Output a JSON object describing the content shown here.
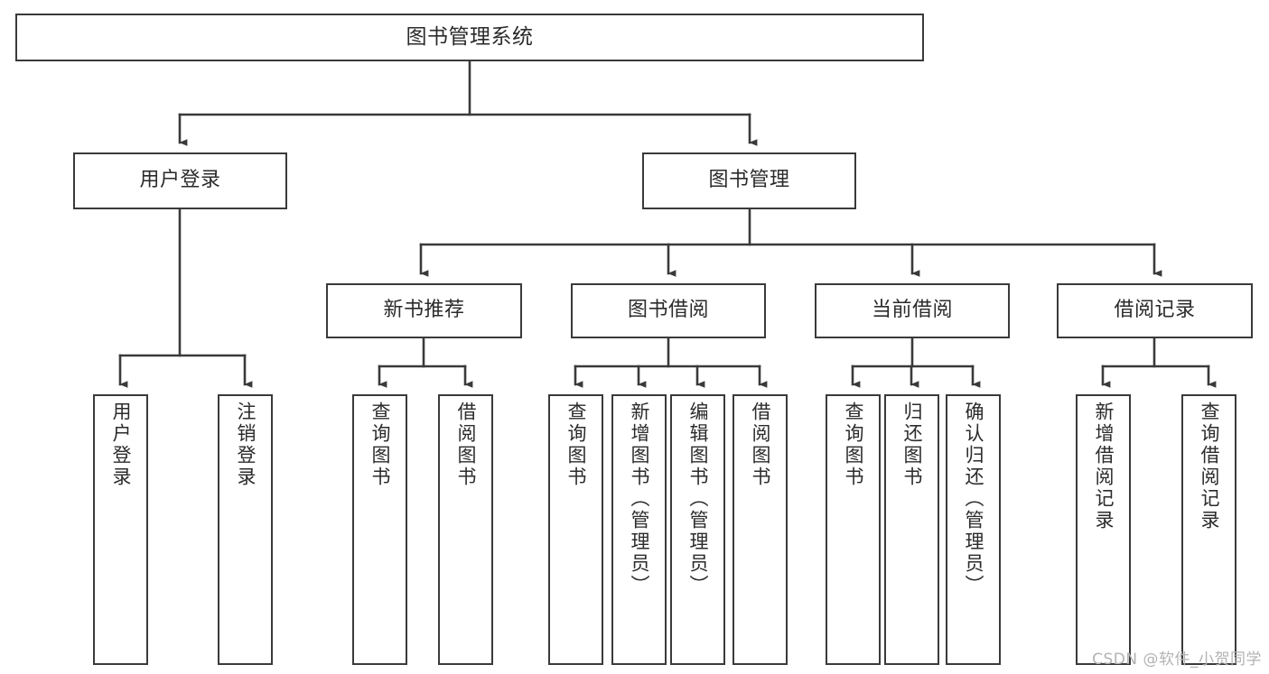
{
  "diagram": {
    "title": "图书管理系统",
    "type": "tree-hierarchy-chart",
    "watermark": "CSDN @软件_小贺同学",
    "colors": {
      "box_border": "#3a3a3a",
      "box_fill": "#ffffff",
      "connector": "#3a3a3a",
      "text": "#2b2b2b",
      "watermark": "#b3b3b3",
      "background": "#ffffff"
    },
    "root": {
      "id": "root",
      "label": "图书管理系统"
    },
    "level2": [
      {
        "id": "user-login",
        "label": "用户登录"
      },
      {
        "id": "book-manage",
        "label": "图书管理"
      }
    ],
    "level3": [
      {
        "id": "new-book-recommend",
        "label": "新书推荐"
      },
      {
        "id": "book-borrow",
        "label": "图书借阅"
      },
      {
        "id": "current-borrow",
        "label": "当前借阅"
      },
      {
        "id": "borrow-record",
        "label": "借阅记录"
      }
    ],
    "leaves": {
      "user_login": [
        {
          "id": "leaf-user-login",
          "label": "用户登录"
        },
        {
          "id": "leaf-user-logout",
          "label": "注销登录"
        }
      ],
      "new_book_recommend": [
        {
          "id": "leaf-query-book-1",
          "label": "查询图书"
        },
        {
          "id": "leaf-borrow-book-1",
          "label": "借阅图书"
        }
      ],
      "book_borrow": [
        {
          "id": "leaf-query-book-2",
          "label": "查询图书"
        },
        {
          "id": "leaf-add-book",
          "label": "新增图书（管理员）"
        },
        {
          "id": "leaf-edit-book",
          "label": "编辑图书（管理员）"
        },
        {
          "id": "leaf-borrow-book-2",
          "label": "借阅图书"
        }
      ],
      "current_borrow": [
        {
          "id": "leaf-query-book-3",
          "label": "查询图书"
        },
        {
          "id": "leaf-return-book",
          "label": "归还图书"
        },
        {
          "id": "leaf-confirm-return",
          "label": "确认归还（管理员）"
        }
      ],
      "borrow_record": [
        {
          "id": "leaf-add-record",
          "label": "新增借阅记录"
        },
        {
          "id": "leaf-query-record",
          "label": "查询借阅记录"
        }
      ]
    }
  }
}
